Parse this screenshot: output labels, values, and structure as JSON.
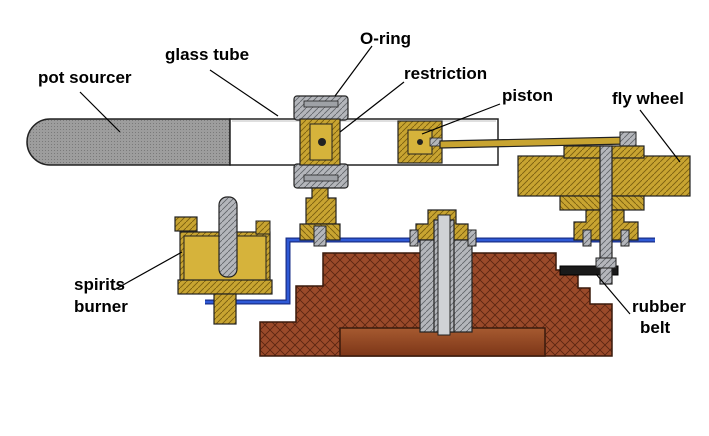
{
  "labels": {
    "pot_sourcer": "pot sourcer",
    "glass_tube": "glass tube",
    "o_ring": "O-ring",
    "restriction": "restriction",
    "piston": "piston",
    "fly_wheel": "fly wheel",
    "spirits_burner_line1": "spirits",
    "spirits_burner_line2": "burner",
    "rubber_belt_line1": "rubber",
    "rubber_belt_line2": "belt"
  },
  "colors": {
    "brass": "#c8a431",
    "brass_dark": "#8a6d12",
    "steel": "#b4b6bb",
    "steel_dark": "#6f7277",
    "wood": "#9a4a2a",
    "wood_dark": "#6b2c15",
    "pipe": "#2146b7",
    "tube_fill": "#a9a9a9",
    "belt": "#1a1a1a"
  }
}
